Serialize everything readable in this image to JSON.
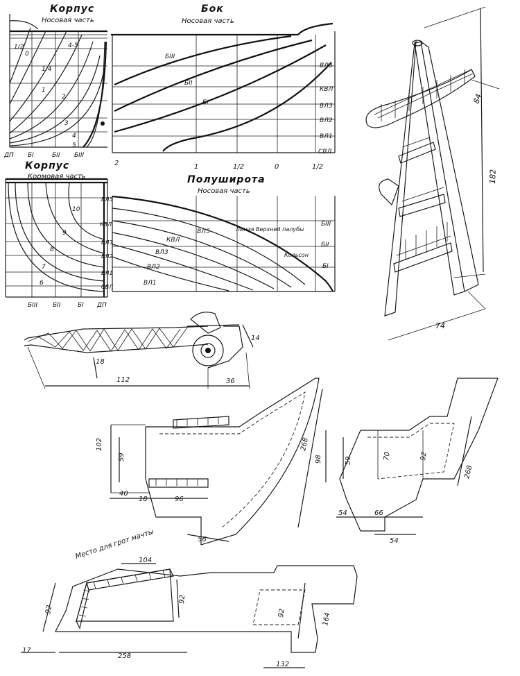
{
  "body_bow": {
    "title": "Корпус",
    "subtitle": "Носовая часть",
    "frames": [
      "1/2",
      "0",
      "1/4",
      "1",
      "2",
      "3",
      "4",
      "5",
      "4-5"
    ],
    "bottom_labels": [
      "ДП",
      "БI",
      "БII",
      "БIII"
    ]
  },
  "side": {
    "title": "Бок",
    "subtitle": "Носовая часть",
    "lines": [
      "БIII",
      "БII",
      "БI"
    ],
    "right_labels": [
      "ВЛ5",
      "КВЛ",
      "ВЛ3",
      "ВЛ2",
      "ВЛ1",
      "СВЛ"
    ],
    "bottom_ticks": [
      "2",
      "1",
      "1/2",
      "0",
      "1/2"
    ]
  },
  "body_stern": {
    "title": "Корпус",
    "subtitle": "Кормовая часть",
    "frames": [
      "10",
      "9",
      "8",
      "7",
      "6"
    ],
    "right_labels": [
      "ВЛ5",
      "КВЛ",
      "ВЛ3",
      "ВЛ2",
      "ВЛ1",
      "СВЛ"
    ],
    "bottom_labels": [
      "БIII",
      "БII",
      "БI",
      "ДП"
    ]
  },
  "half_breadth": {
    "title": "Полуширота",
    "subtitle": "Носовая часть",
    "lines": [
      "ВЛ5",
      "КВЛ",
      "ВЛ3",
      "ВЛ2",
      "ВЛ1"
    ],
    "deck_line": "Линия Верхней палубы",
    "keel_label": "Кольсон",
    "right_labels": [
      "БIII",
      "БII",
      "БI"
    ]
  },
  "crane": {
    "dims": [
      "112",
      "36",
      "18",
      "14"
    ]
  },
  "mast": {
    "dims": [
      "84",
      "182",
      "74"
    ]
  },
  "deck_1": {
    "dims": [
      "102",
      "59",
      "40",
      "18",
      "96",
      "268",
      "56"
    ]
  },
  "deck_2": {
    "dims": [
      "98",
      "59",
      "70",
      "92",
      "268",
      "54",
      "66",
      "54"
    ]
  },
  "deck_3": {
    "caption": "Место для грот мачты",
    "dims": [
      "104",
      "92",
      "92",
      "92",
      "164",
      "17",
      "258",
      "132"
    ]
  }
}
